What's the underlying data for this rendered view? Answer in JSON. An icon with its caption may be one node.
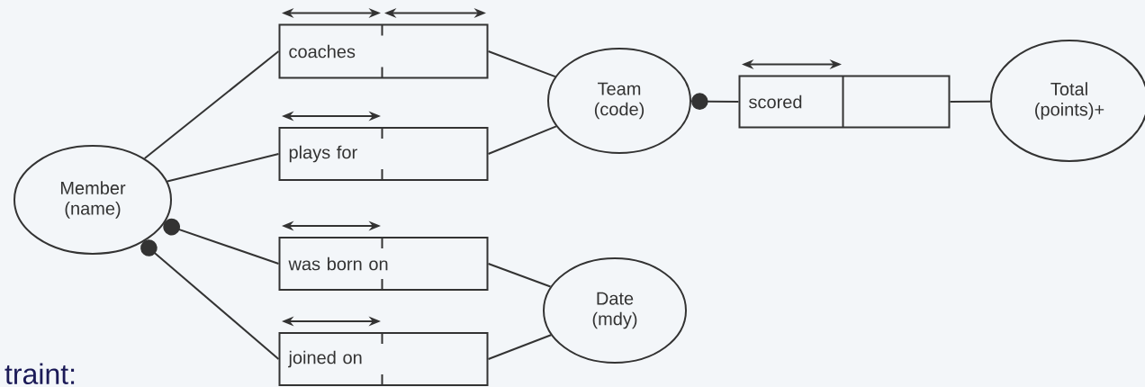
{
  "diagram": {
    "nodes": [
      {
        "text": [
          "Member (name)"
        ]
      },
      {
        "text": [
          "coaches"
        ]
      },
      {
        "text": [
          "plays for"
        ]
      },
      {
        "text": [
          "was born on"
        ]
      },
      {
        "text": [
          "joined on"
        ]
      },
      {
        "text": [
          "Team (code)"
        ]
      },
      {
        "text": [
          "Date (mdy)"
        ]
      },
      {
        "text": [
          "scored"
        ]
      },
      {
        "text": [
          "Total (points)+"
        ]
      }
    ],
    "edges": [
      {
        "from": 0,
        "to": 1,
        "arrow": "none"
      },
      {
        "from": 0,
        "to": 2,
        "arrow": "none"
      },
      {
        "from": 0,
        "to": 3,
        "arrow": "other"
      },
      {
        "from": 0,
        "to": 4,
        "arrow": "other"
      },
      {
        "from": 1,
        "to": 5,
        "arrow": "none"
      },
      {
        "from": 2,
        "to": 5,
        "arrow": "none"
      },
      {
        "from": 3,
        "to": 6,
        "arrow": "none"
      },
      {
        "from": 4,
        "to": 6,
        "arrow": "none"
      },
      {
        "from": 5,
        "to": 7,
        "arrow": "other"
      },
      {
        "from": 7,
        "to": 8,
        "arrow": "none"
      }
    ],
    "labels": [
      "traint:"
    ]
  }
}
